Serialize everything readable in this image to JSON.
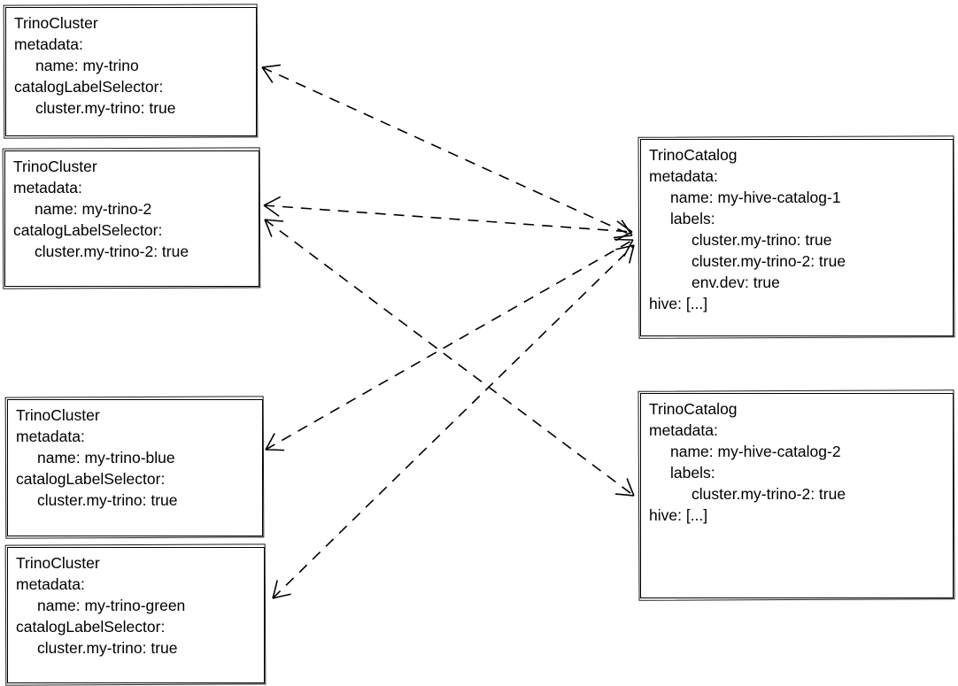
{
  "colors": {
    "background": "#ffffff",
    "stroke": "#000000",
    "text": "#000000"
  },
  "nodes": {
    "cluster_my_trino": {
      "kind": "TrinoCluster",
      "lines": [
        "metadata:",
        "name: my-trino",
        "catalogLabelSelector:",
        "cluster.my-trino: true"
      ]
    },
    "cluster_my_trino_2": {
      "kind": "TrinoCluster",
      "lines": [
        "metadata:",
        "name: my-trino-2",
        "catalogLabelSelector:",
        "cluster.my-trino-2: true"
      ]
    },
    "cluster_my_trino_blue": {
      "kind": "TrinoCluster",
      "lines": [
        "metadata:",
        "name: my-trino-blue",
        "catalogLabelSelector:",
        "cluster.my-trino: true"
      ]
    },
    "cluster_my_trino_green": {
      "kind": "TrinoCluster",
      "lines": [
        "metadata:",
        "name: my-trino-green",
        "catalogLabelSelector:",
        "cluster.my-trino: true"
      ]
    },
    "catalog_1": {
      "kind": "TrinoCatalog",
      "lines": [
        "metadata:",
        "name: my-hive-catalog-1",
        "labels:",
        "cluster.my-trino: true",
        "cluster.my-trino-2: true",
        "env.dev: true",
        "hive: [...]"
      ]
    },
    "catalog_2": {
      "kind": "TrinoCatalog",
      "lines": [
        "metadata:",
        "name: my-hive-catalog-2",
        "labels:",
        "cluster.my-trino-2: true",
        "hive: [...]"
      ]
    }
  },
  "edges": [
    {
      "from": "cluster_my_trino",
      "to": "catalog_1",
      "style": "dashed",
      "arrows": "both"
    },
    {
      "from": "cluster_my_trino_2",
      "to": "catalog_1",
      "style": "dashed",
      "arrows": "both"
    },
    {
      "from": "cluster_my_trino_blue",
      "to": "catalog_1",
      "style": "dashed",
      "arrows": "both"
    },
    {
      "from": "cluster_my_trino_green",
      "to": "catalog_1",
      "style": "dashed",
      "arrows": "both"
    },
    {
      "from": "cluster_my_trino_2",
      "to": "catalog_2",
      "style": "dashed",
      "arrows": "both"
    }
  ]
}
